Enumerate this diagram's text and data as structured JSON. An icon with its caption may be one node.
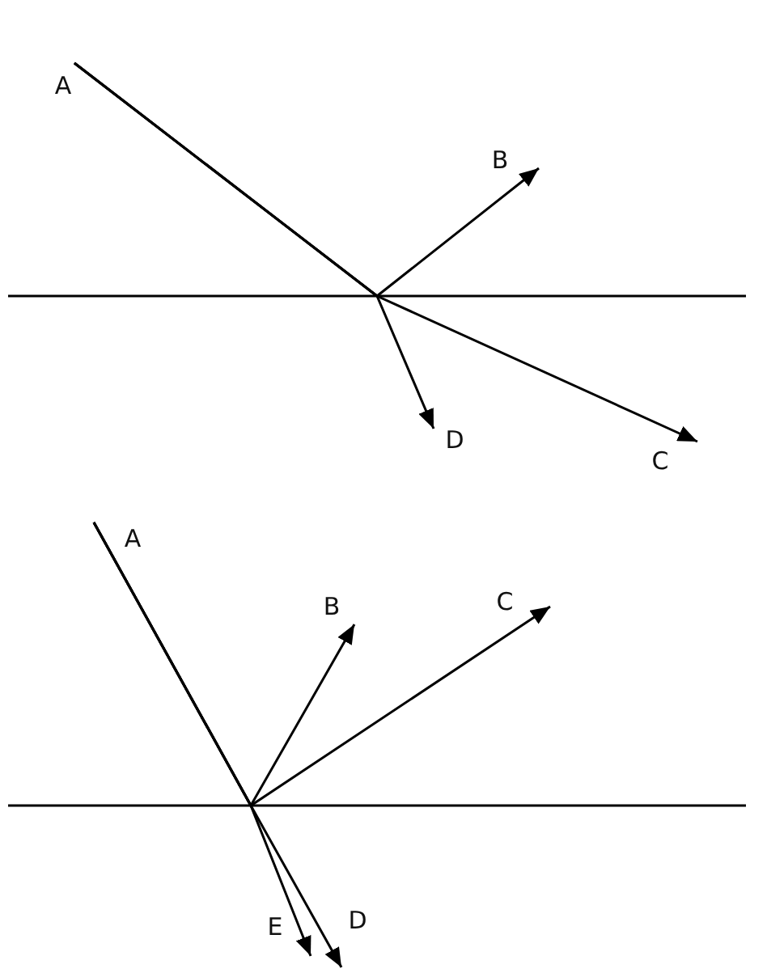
{
  "diagram": {
    "nodes": [
      {
        "text": [
          "A"
        ]
      },
      {
        "text": [
          "B"
        ]
      },
      {
        "text": [
          "C"
        ]
      },
      {
        "text": [
          "D"
        ]
      },
      {
        "text": [
          "A"
        ]
      },
      {
        "text": [
          "B"
        ]
      },
      {
        "text": [
          "C"
        ]
      },
      {
        "text": [
          "E"
        ]
      },
      {
        "text": [
          "D"
        ]
      }
    ],
    "edges": [
      {
        "from": 0,
        "to": 1,
        "arrow": "to"
      },
      {
        "from": 0,
        "to": 2,
        "arrow": "to"
      },
      {
        "from": 0,
        "to": 3,
        "arrow": "to"
      },
      {
        "from": 4,
        "to": 5,
        "arrow": "to"
      },
      {
        "from": 4,
        "to": 6,
        "arrow": "to"
      },
      {
        "from": 4,
        "to": 7,
        "arrow": "to"
      },
      {
        "from": 4,
        "to": 8,
        "arrow": "to"
      }
    ]
  }
}
